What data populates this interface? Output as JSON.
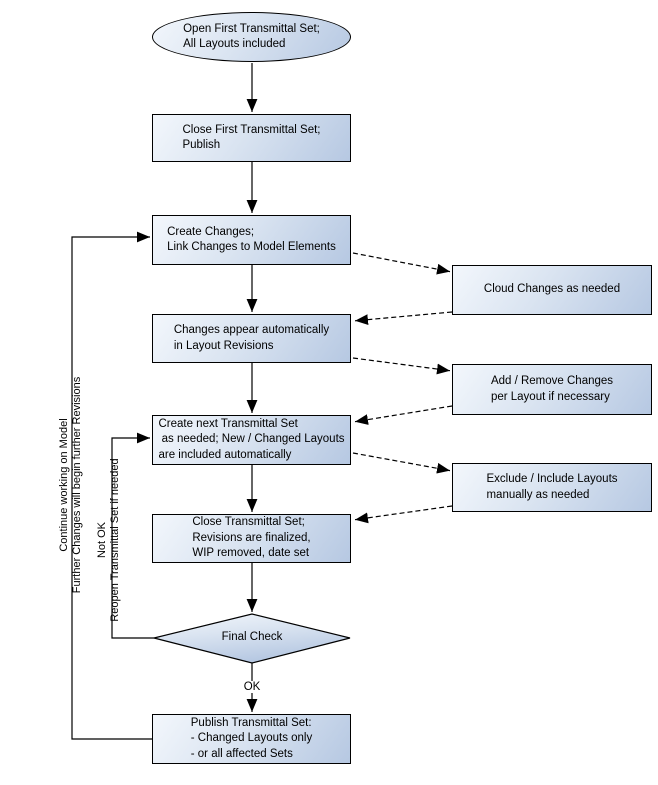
{
  "diagram": {
    "title_hint": "Transmittal Set workflow flowchart",
    "nodes": {
      "open_first": "Open First Transmittal Set;\nAll Layouts included",
      "close_first": "Close First Transmittal Set;\nPublish",
      "create_changes": "Create Changes;\nLink Changes to Model Elements",
      "changes_appear": "Changes appear automatically\nin Layout Revisions",
      "create_next": "Create next Transmittal Set\n as needed; New / Changed Layouts\nare included automatically",
      "close_set": "Close Transmittal Set;\nRevisions are finalized,\nWIP removed, date set",
      "final_check": "Final Check",
      "publish_set": "Publish Transmittal Set:\n- Changed Layouts only\n- or all affected Sets",
      "cloud_changes": "Cloud Changes as needed",
      "add_remove": "Add / Remove Changes\nper Layout if necessary",
      "exclude_include": "Exclude / Include Layouts\nmanually as needed"
    },
    "edge_labels": {
      "ok": "OK",
      "loop_outer_line1": "Continue working on Model",
      "loop_outer_line2": "Further Changes will begin further Revisions",
      "loop_inner_line1": "Not OK",
      "loop_inner_line2": "Reopen Transmittal Set if needed"
    },
    "colors": {
      "node_fill_light": "#f3f7fc",
      "node_fill_dark": "#b6c8e2",
      "border": "#000000",
      "connector": "#000000",
      "text": "#000000",
      "background": "#ffffff"
    }
  }
}
